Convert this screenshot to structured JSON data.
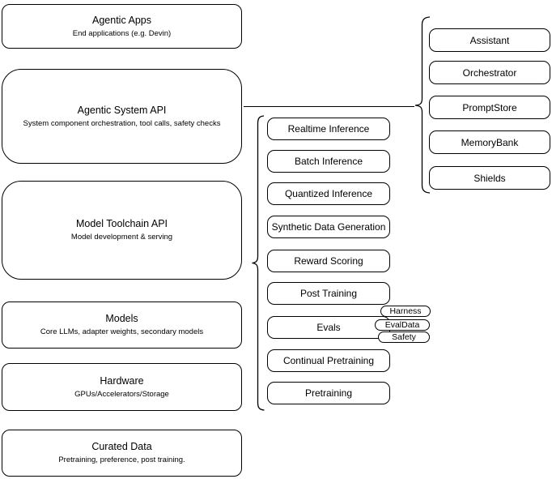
{
  "diagram": {
    "stack": [
      {
        "title": "Agentic Apps",
        "subtitle": "End applications (e.g. Devin)"
      },
      {
        "title": "Agentic System API",
        "subtitle": "System component orchestration, tool calls, safety checks"
      },
      {
        "title": "Model Toolchain API",
        "subtitle": "Model development & serving"
      },
      {
        "title": "Models",
        "subtitle": "Core LLMs, adapter weights, secondary models"
      },
      {
        "title": "Hardware",
        "subtitle": "GPUs/Accelerators/Storage"
      },
      {
        "title": "Curated Data",
        "subtitle": "Pretraining, preference, post training."
      }
    ],
    "toolchain_items": [
      {
        "label": "Realtime Inference"
      },
      {
        "label": "Batch Inference"
      },
      {
        "label": "Quantized Inference"
      },
      {
        "label": "Synthetic Data Generation"
      },
      {
        "label": "Reward Scoring"
      },
      {
        "label": "Post Training"
      },
      {
        "label": "Evals"
      },
      {
        "label": "Continual Pretraining"
      },
      {
        "label": "Pretraining"
      }
    ],
    "eval_tags": [
      {
        "label": "Harness"
      },
      {
        "label": "EvalData"
      },
      {
        "label": "Safety"
      }
    ],
    "system_items": [
      {
        "label": "Assistant"
      },
      {
        "label": "Orchestrator"
      },
      {
        "label": "PromptStore"
      },
      {
        "label": "MemoryBank"
      },
      {
        "label": "Shields"
      }
    ],
    "colors": {
      "stroke": "#000000",
      "fill": "#ffffff",
      "text": "#000000"
    }
  }
}
